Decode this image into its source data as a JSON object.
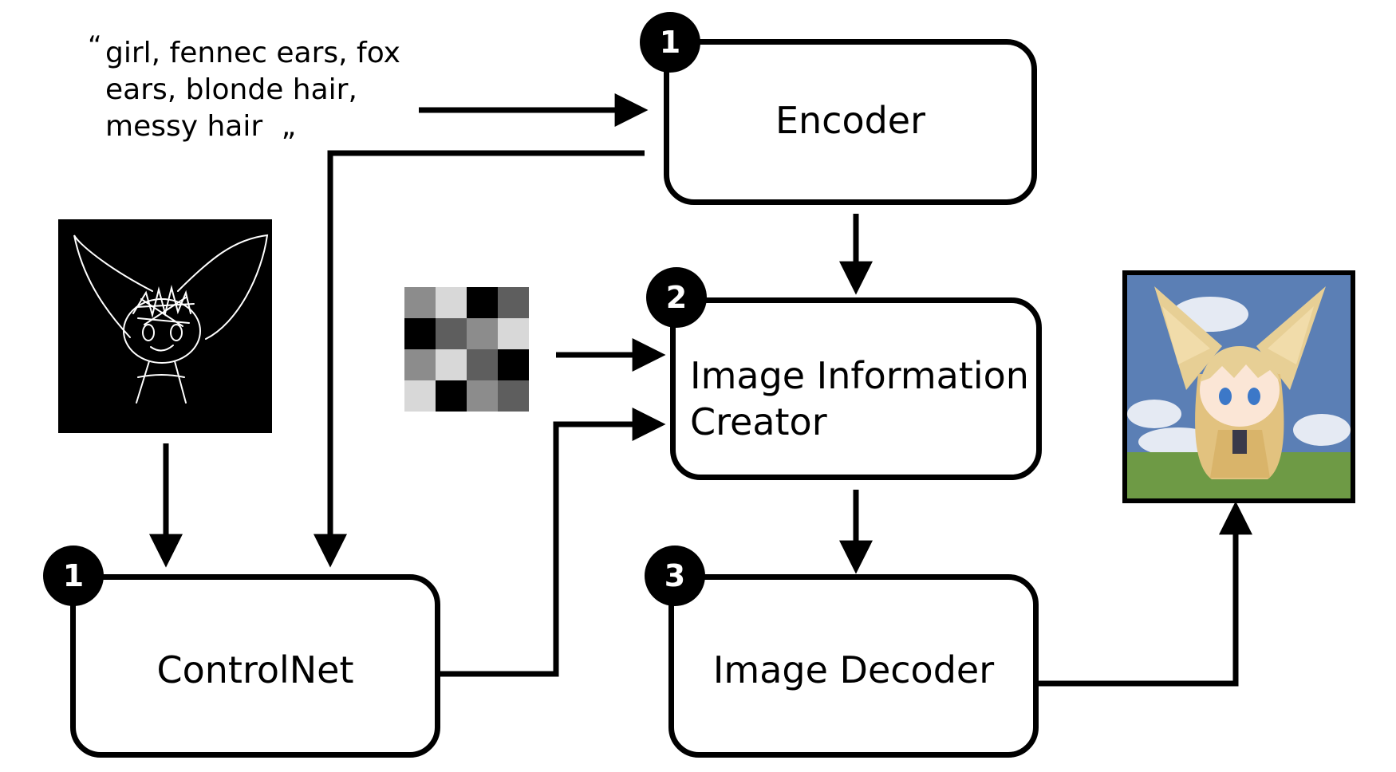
{
  "prompt": {
    "open_quote": "“",
    "lines": [
      "girl, fennec ears, fox",
      "ears, blonde hair,",
      "messy hair"
    ],
    "close_quote": "„"
  },
  "boxes": {
    "encoder": {
      "label": "Encoder",
      "badge": "1"
    },
    "creator": {
      "label_lines": [
        "Image Information",
        "Creator"
      ],
      "badge": "2"
    },
    "decoder": {
      "label": "Image Decoder",
      "badge": "3"
    },
    "controlnet": {
      "label": "ControlNet",
      "badge": "1"
    }
  },
  "noise_grid": [
    [
      "#8c8c8c",
      "#d8d8d8",
      "#000000",
      "#5e5e5e"
    ],
    [
      "#000000",
      "#5e5e5e",
      "#8c8c8c",
      "#d8d8d8"
    ],
    [
      "#8c8c8c",
      "#d8d8d8",
      "#5e5e5e",
      "#000000"
    ],
    [
      "#d8d8d8",
      "#000000",
      "#8c8c8c",
      "#5e5e5e"
    ]
  ],
  "colors": {
    "line": "#000000",
    "sketch_bg": "#000000",
    "sketch_stroke": "#ffffff",
    "sky": "#5b7fb5",
    "grass": "#6e9a45",
    "hair": "#e7cf95"
  }
}
